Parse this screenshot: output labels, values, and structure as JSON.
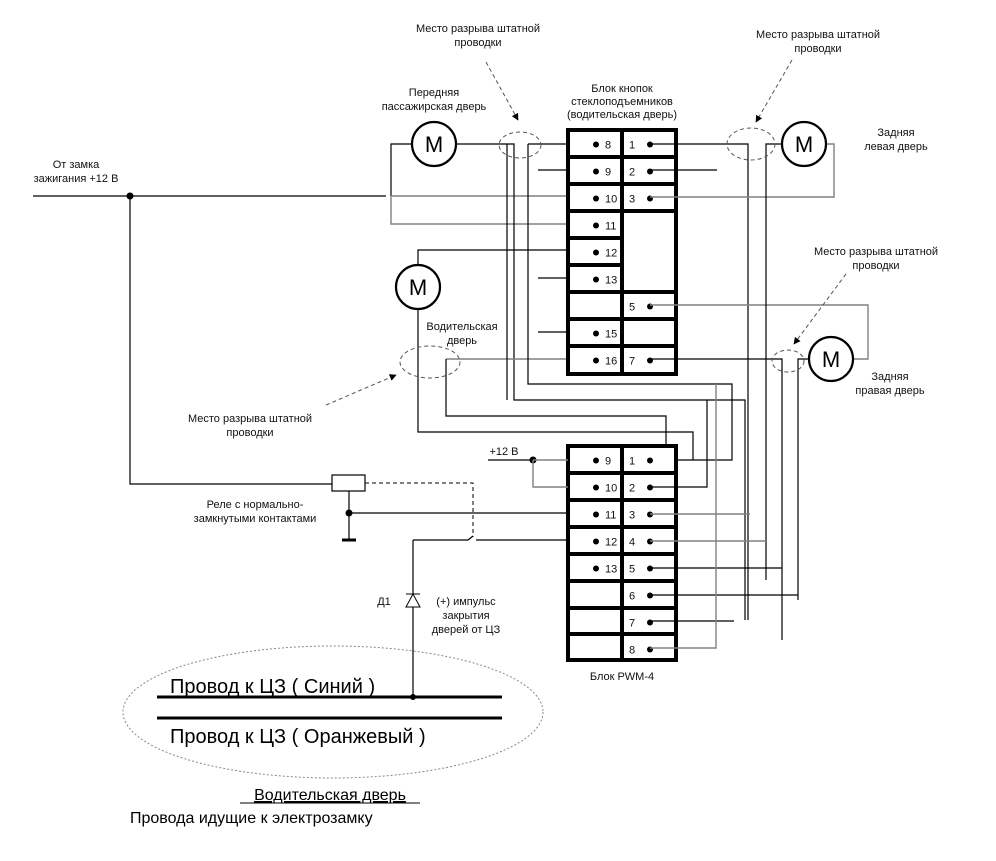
{
  "labels": {
    "ignition": [
      "От замка",
      "зажигания +12 В"
    ],
    "front_passenger_door": [
      "Передняя",
      "пассажирская дверь"
    ],
    "rear_left_door": [
      "Задняя",
      "левая дверь"
    ],
    "rear_right_door": [
      "Задняя",
      "правая дверь"
    ],
    "driver_door": [
      "Водительская",
      "дверь"
    ],
    "break_point": [
      "Место разрыва штатной",
      "проводки"
    ],
    "button_block_title": [
      "Блок кнопок",
      "стеклоподъемников",
      "(водительская дверь)"
    ],
    "pwm_block_title": "Блок PWM-4",
    "plus12": "+12 В",
    "relay": [
      "Реле с нормально-",
      "замкнутыми контактами"
    ],
    "diode": "Д1",
    "impulse": [
      "(+) импульс",
      "закрытия",
      "дверей от ЦЗ"
    ],
    "wire_blue": "Провод к ЦЗ ( Синий )",
    "wire_orange": "Провод к ЦЗ ( Оранжевый )",
    "footer_title": "Водительская дверь",
    "footer_subtitle": "Провода идущие к электрозамку",
    "motor": "M"
  },
  "button_block": {
    "left_pins": [
      "8",
      "9",
      "10",
      "11",
      "12",
      "13",
      "",
      "15",
      "16"
    ],
    "right_pins": [
      "1",
      "2",
      "3",
      "",
      "",
      "",
      "5",
      "",
      "7"
    ]
  },
  "pwm_block": {
    "left_pins": [
      "9",
      "10",
      "11",
      "12",
      "13",
      "",
      "",
      ""
    ],
    "right_pins": [
      "1",
      "2",
      "3",
      "4",
      "5",
      "6",
      "7",
      "8"
    ]
  }
}
